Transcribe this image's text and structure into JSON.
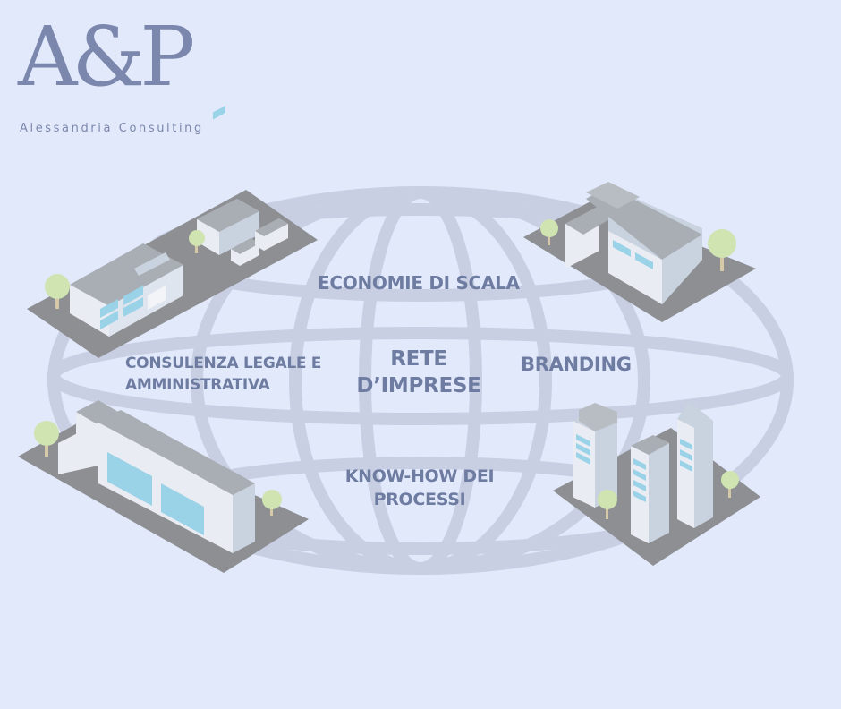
{
  "logo": {
    "mark": "A&P",
    "subtitle": "Alessandria Consulting"
  },
  "labels": {
    "top": "ECONOMIE DI SCALA",
    "center": [
      "RETE",
      "D’IMPRESE"
    ],
    "left": [
      "CONSULENZA LEGALE E",
      "AMMINISTRATIVA"
    ],
    "right": "BRANDING",
    "bottom": [
      "KNOW-HOW DEI",
      "PROCESSI"
    ]
  },
  "colors": {
    "background": "#e1e9fb",
    "text": "#6e7ca1",
    "globe": "#c4cbdf",
    "ground": "#8d8f93",
    "wall": "#e9ecf2",
    "wall_side": "#c9d3df",
    "roof": "#a9adb4",
    "window": "#9ad2e8",
    "tree": "#cfe4b0"
  }
}
